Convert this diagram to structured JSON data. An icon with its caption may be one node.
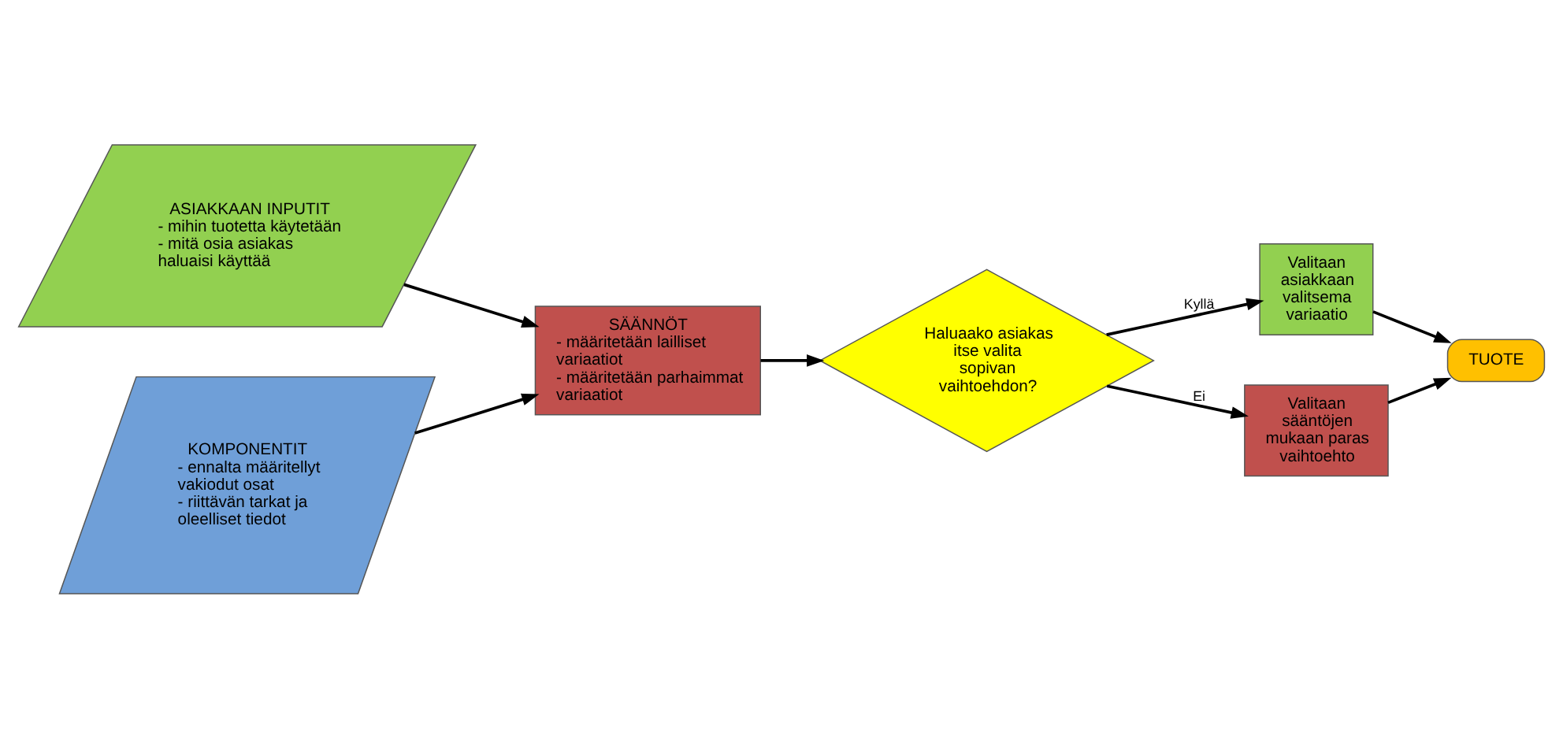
{
  "diagram": {
    "nodes": [
      {
        "text": [
          "ASIAKKAAN INPUTIT",
          "- mihin tuotetta käytetään",
          "- mitä osia asiakas haluaisi käyttää"
        ]
      },
      {
        "text": [
          "KOMPONENTIT",
          "- ennalta määritellyt vakiodut osat",
          "- riittävän tarkat ja oleelliset tiedot"
        ]
      },
      {
        "text": [
          "SÄÄNNÖT",
          "- määritetään lailliset variaatiot",
          "- määritetään parhaimmat variaatiot"
        ]
      },
      {
        "text": [
          "Haluaako asiakas itse valita sopivan vaihtoehdon?"
        ]
      },
      {
        "text": [
          "Valitaan asiakkaan valitsema variaatio"
        ]
      },
      {
        "text": [
          "Valitaan sääntöjen mukaan paras vaihtoehto"
        ]
      },
      {
        "text": [
          "TUOTE"
        ]
      }
    ],
    "edges": [
      {
        "from": 0,
        "to": 2,
        "arrow": "to"
      },
      {
        "from": 1,
        "to": 2,
        "arrow": "to"
      },
      {
        "from": 2,
        "to": 3,
        "arrow": "to"
      },
      {
        "from": 3,
        "to": 4,
        "label": "Kyllä",
        "arrow": "to"
      },
      {
        "from": 3,
        "to": 5,
        "label": "Ei",
        "arrow": "to"
      },
      {
        "from": 4,
        "to": 6,
        "arrow": "to"
      },
      {
        "from": 5,
        "to": 6,
        "arrow": "to"
      }
    ]
  }
}
